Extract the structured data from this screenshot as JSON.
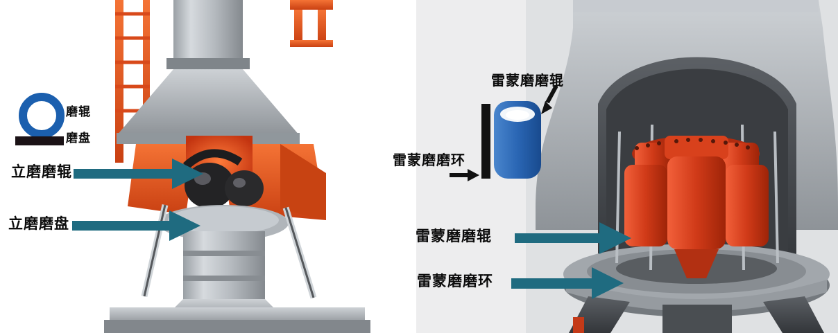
{
  "legend": {
    "roller_label": "磨辊",
    "disc_label": "磨盘"
  },
  "vertical_mill": {
    "roller_callout": "立磨磨辊",
    "disc_callout": "立磨磨盘"
  },
  "raymond_mill": {
    "roller_icon_callout": "雷蒙磨磨辊",
    "ring_icon_callout": "雷蒙磨磨环",
    "roller_callout": "雷蒙磨磨辊",
    "ring_callout": "雷蒙磨磨环"
  },
  "colors": {
    "callout_arrow": "#1f6b80",
    "legend_ring_blue": "#1b5fae",
    "legend_disc_dark": "#1b1216",
    "ring_icon_black": "#121212",
    "roller_icon_blue": "#2a66b4",
    "machine_orange": "#e55b22",
    "roller_red": "#d43a1a"
  }
}
